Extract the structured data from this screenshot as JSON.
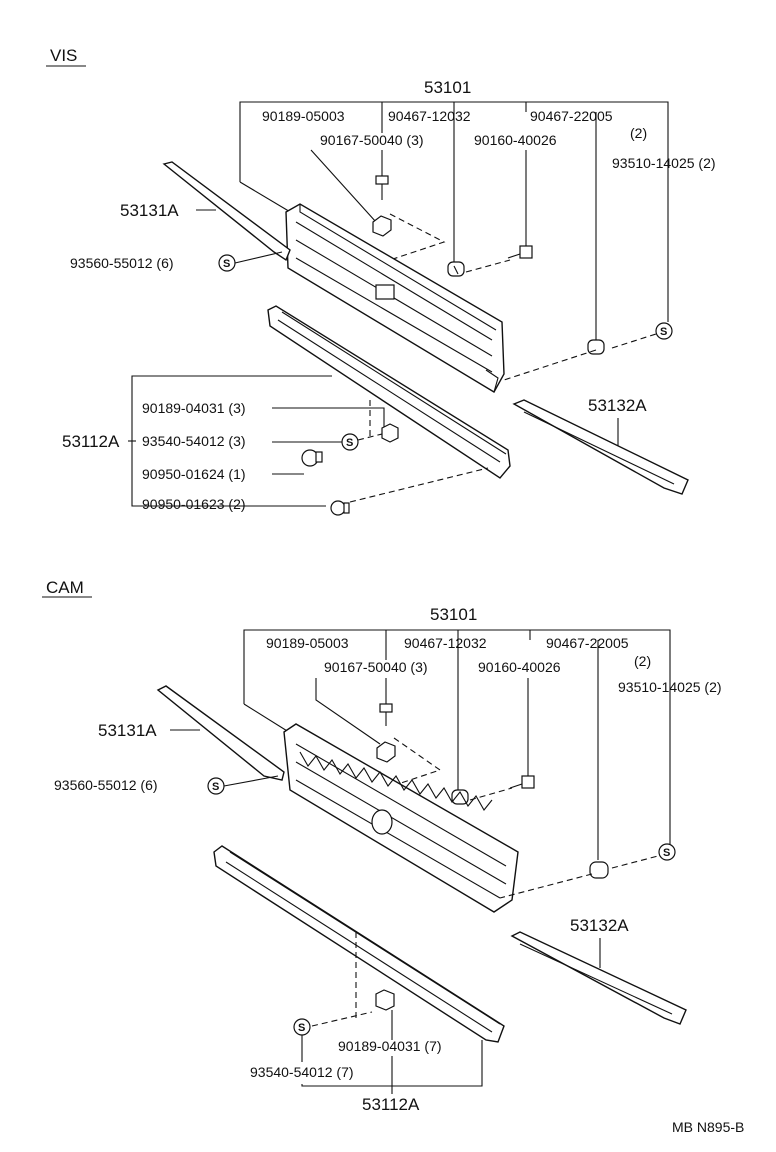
{
  "sections": {
    "vis": {
      "header": "VIS",
      "labels": {
        "p53101": "53101",
        "p90189_05003": "90189-05003",
        "p90467_12032": "90467-12032",
        "p90467_22005": "90467-22005",
        "p90467_22005_qty": "(2)",
        "p90167_50040": "90167-50040 (3)",
        "p90160_40026": "90160-40026",
        "p93510_14025": "93510-14025 (2)",
        "p53131A": "53131A",
        "p93560_55012": "93560-55012 (6)",
        "p53132A": "53132A",
        "p53112A": "53112A",
        "p90189_04031": "90189-04031 (3)",
        "p93540_54012": "93540-54012 (3)",
        "p90950_01624": "90950-01624 (1)",
        "p90950_01623": "90950-01623 (2)"
      }
    },
    "cam": {
      "header": "CAM",
      "labels": {
        "p53101": "53101",
        "p90189_05003": "90189-05003",
        "p90467_12032": "90467-12032",
        "p90467_22005": "90467-22005",
        "p90467_22005_qty": "(2)",
        "p90167_50040": "90167-50040 (3)",
        "p90160_40026": "90160-40026",
        "p93510_14025": "93510-14025 (2)",
        "p53131A": "53131A",
        "p93560_55012": "93560-55012 (6)",
        "p53132A": "53132A",
        "p53112A": "53112A",
        "p90189_04031": "90189-04031 (7)",
        "p93540_54012": "93540-54012 (7)"
      }
    }
  },
  "symbol_letter": "S",
  "footer_code": "MB N895-B"
}
